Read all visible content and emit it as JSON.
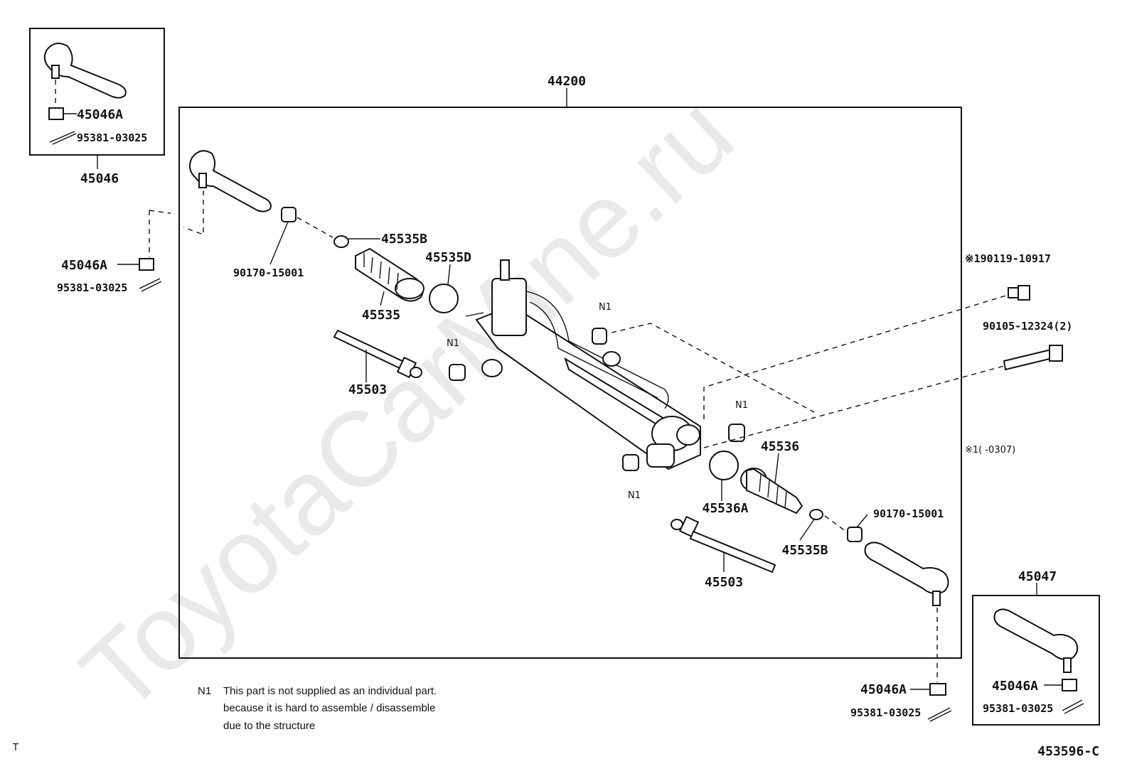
{
  "watermark": "ToyotaCarMine.ru",
  "assembly": {
    "part_no": "44200"
  },
  "inset_left": {
    "assembly_no": "45046",
    "nut": "45046A",
    "pin": "95381-03025"
  },
  "inset_right": {
    "assembly_no": "45047",
    "nut": "45046A",
    "pin": "95381-03025"
  },
  "labels": {
    "left_nut": "45046A",
    "left_pin": "95381-03025",
    "bushing_left": "90170-15001",
    "clamp_left": "45535B",
    "band_left": "45535D",
    "boot_left": "45535",
    "rod_left": "45503",
    "bolt_1": "※190119-10917",
    "bolt_2": "90105-12324(2)",
    "footnote_ref": "※1(      -0307)",
    "boot_right": "45536",
    "band_right": "45536A",
    "clamp_right": "45535B",
    "bushing_right": "90170-15001",
    "rod_right": "45503",
    "right_nut": "45046A",
    "right_pin": "95381-03025",
    "n1_a": "N1",
    "n1_b": "N1",
    "n1_c": "N1",
    "n1_d": "N1"
  },
  "note": {
    "code": "N1",
    "line1": "This part is not supplied as an individual part.",
    "line2": "because it is hard to assemble / disassemble",
    "line3": "due to the structure"
  },
  "corner_mark": "T",
  "diagram_id": "453596-C"
}
